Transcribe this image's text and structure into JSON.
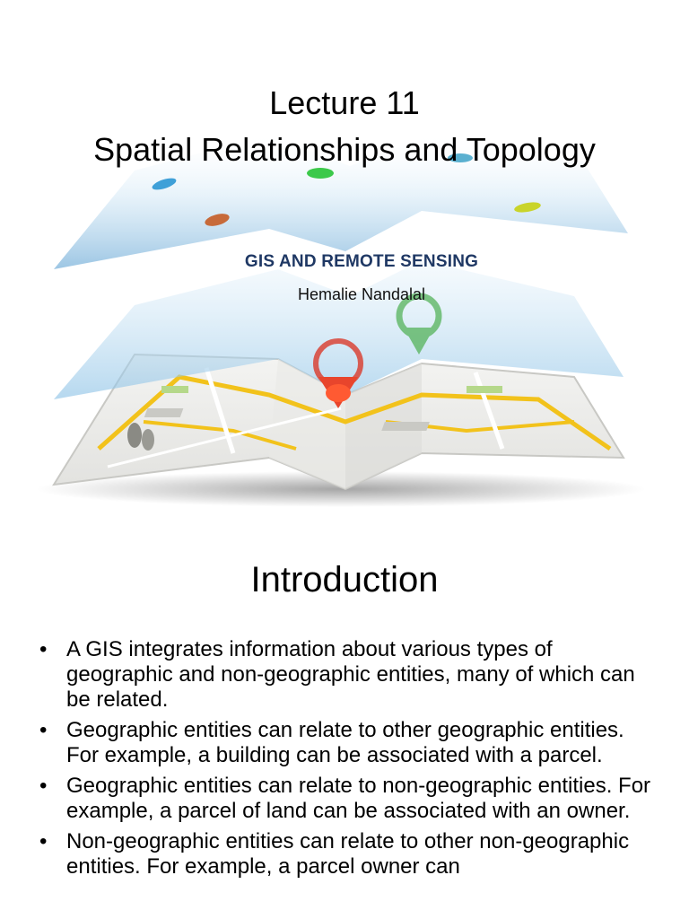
{
  "slide1": {
    "title_line1": "Lecture 11",
    "title_line2": "Spatial Relationships and Topology",
    "subtitle": "GIS AND REMOTE SENSING",
    "author": "Hemalie Nandalal",
    "illustration": "layered-map-with-pins-icon"
  },
  "slide2": {
    "heading": "Introduction",
    "bullets": [
      "A GIS integrates information about various types of geographic and non-geographic entities, many of which can be related.",
      "Geographic entities can relate to other geographic entities. For example, a building can be associated with a parcel.",
      "Geographic entities can relate to non-geographic entities. For example, a parcel of land can be associated with an owner.",
      "Non-geographic entities can relate to other non-geographic entities. For example, a parcel owner can"
    ]
  },
  "colors": {
    "subtitle": "#1f3864",
    "pin_red": "#e8452c",
    "pin_green": "#4caf50",
    "road_yellow": "#f2c21b",
    "layer_blue": "#7fb9e0"
  }
}
